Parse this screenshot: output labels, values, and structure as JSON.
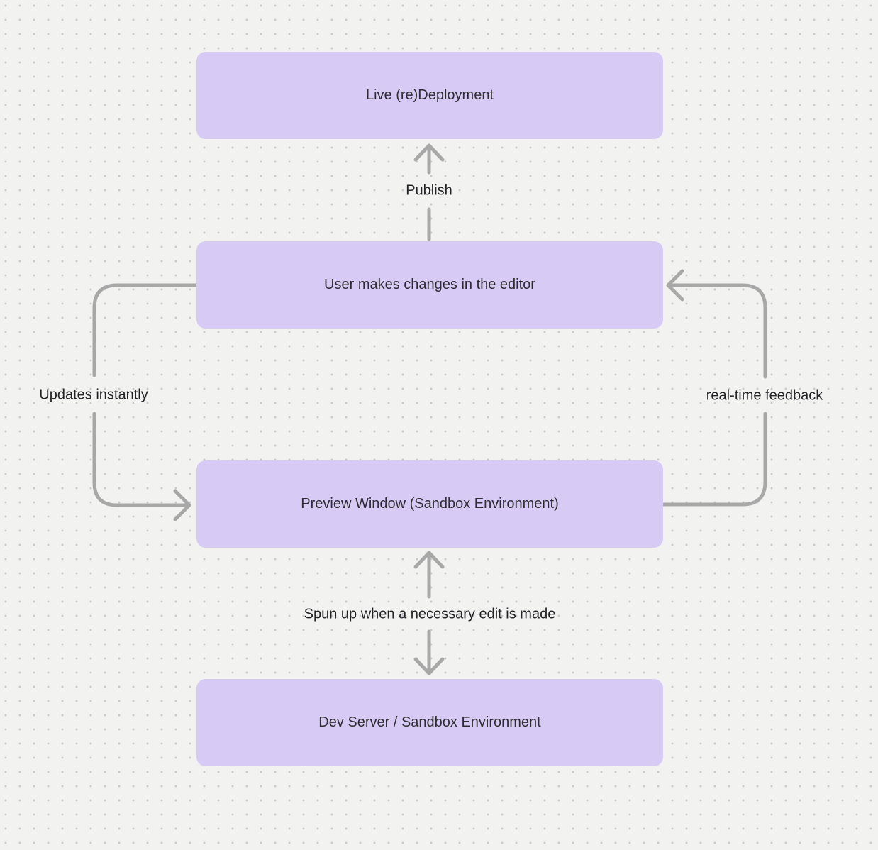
{
  "colors": {
    "background": "#f2f2f1",
    "dot": "#c8c8c8",
    "node_fill": "#d7cbf6",
    "arrow": "#a8a8a8",
    "node_text": "#2e2e32",
    "label_text": "#242428"
  },
  "nodes": [
    {
      "id": "live-redeployment",
      "label": "Live (re)Deployment"
    },
    {
      "id": "user-editor",
      "label": "User makes changes in the editor"
    },
    {
      "id": "preview-window",
      "label": "Preview Window (Sandbox Environment)"
    },
    {
      "id": "dev-server",
      "label": "Dev Server / Sandbox Environment"
    }
  ],
  "edges": [
    {
      "id": "publish",
      "label": "Publish",
      "from": "user-editor",
      "to": "live-redeployment",
      "direction": "up"
    },
    {
      "id": "updates-instantly",
      "label": "Updates instantly",
      "from": "user-editor",
      "to": "preview-window",
      "direction": "left-loop"
    },
    {
      "id": "real-time-feedback",
      "label": "real-time feedback",
      "from": "preview-window",
      "to": "user-editor",
      "direction": "right-loop"
    },
    {
      "id": "spun-up",
      "label": "Spun up when a necessary edit is made",
      "from": "dev-server",
      "to": "preview-window",
      "bidirectional": true
    }
  ]
}
